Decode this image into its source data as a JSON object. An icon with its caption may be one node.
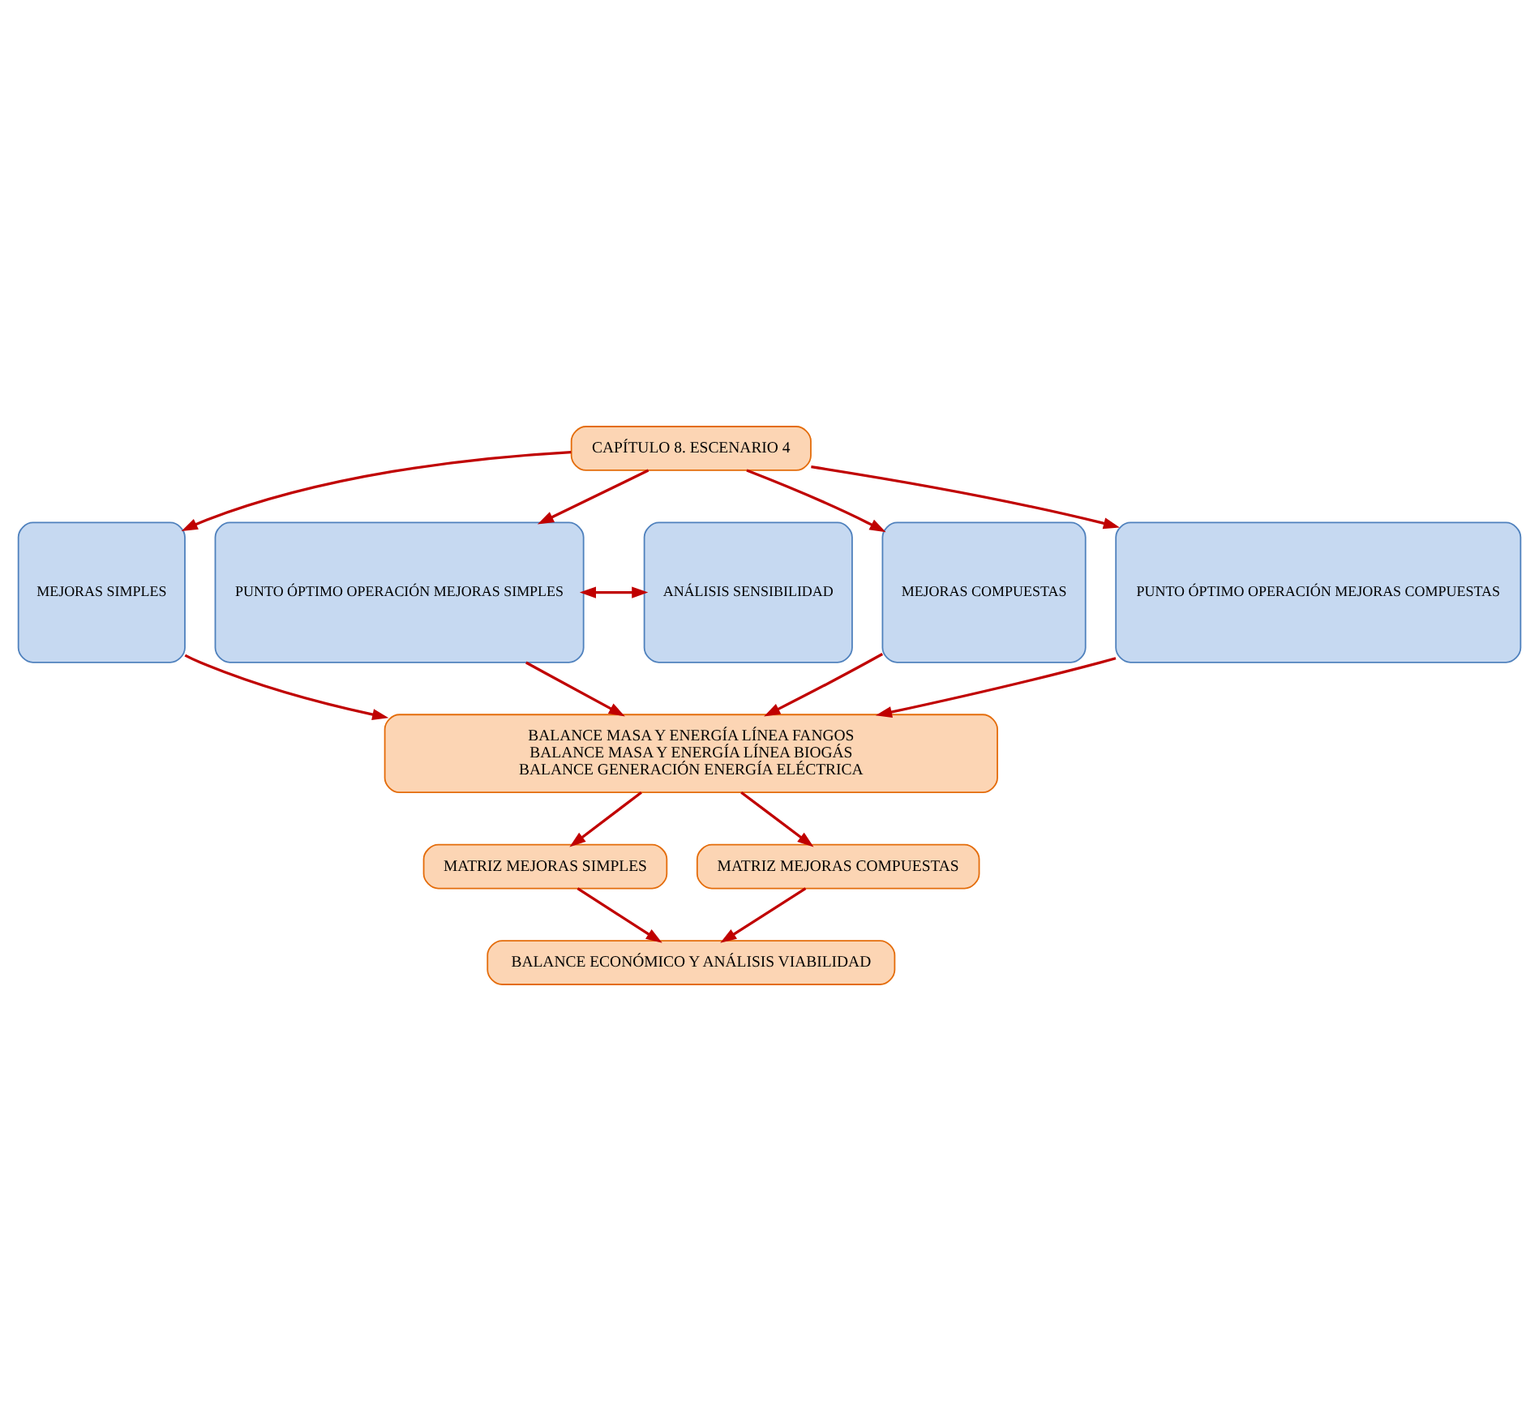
{
  "diagram": {
    "nodes": [
      {
        "text": [
          "CAPÍTULO 8. ESCENARIO 4"
        ]
      },
      {
        "text": [
          "MEJORAS SIMPLES"
        ]
      },
      {
        "text": [
          "PUNTO ÓPTIMO OPERACIÓN MEJORAS SIMPLES"
        ]
      },
      {
        "text": [
          "ANÁLISIS SENSIBILIDAD"
        ]
      },
      {
        "text": [
          "MEJORAS COMPUESTAS"
        ]
      },
      {
        "text": [
          "PUNTO ÓPTIMO OPERACIÓN MEJORAS COMPUESTAS"
        ]
      },
      {
        "text": [
          "BALANCE MASA Y ENERGÍA LÍNEA FANGOS",
          "BALANCE MASA Y ENERGÍA LÍNEA BIOGÁS",
          "BALANCE GENERACIÓN ENERGÍA ELÉCTRICA"
        ]
      },
      {
        "text": [
          "MATRIZ MEJORAS SIMPLES"
        ]
      },
      {
        "text": [
          "MATRIZ MEJORAS COMPUESTAS"
        ]
      },
      {
        "text": [
          "BALANCE ECONÓMICO Y ANÁLISIS VIABILIDAD"
        ]
      }
    ],
    "edges": [
      {
        "from": 0,
        "to": 1,
        "arrow": "to"
      },
      {
        "from": 0,
        "to": 2,
        "arrow": "to"
      },
      {
        "from": 0,
        "to": 4,
        "arrow": "to"
      },
      {
        "from": 0,
        "to": 5,
        "arrow": "to"
      },
      {
        "from": 2,
        "to": 3,
        "arrow": "both"
      },
      {
        "from": 1,
        "to": 6,
        "arrow": "to"
      },
      {
        "from": 2,
        "to": 6,
        "arrow": "to"
      },
      {
        "from": 4,
        "to": 6,
        "arrow": "to"
      },
      {
        "from": 5,
        "to": 6,
        "arrow": "to"
      },
      {
        "from": 6,
        "to": 7,
        "arrow": "to"
      },
      {
        "from": 6,
        "to": 8,
        "arrow": "to"
      },
      {
        "from": 7,
        "to": 9,
        "arrow": "to"
      },
      {
        "from": 8,
        "to": 9,
        "arrow": "to"
      }
    ]
  }
}
